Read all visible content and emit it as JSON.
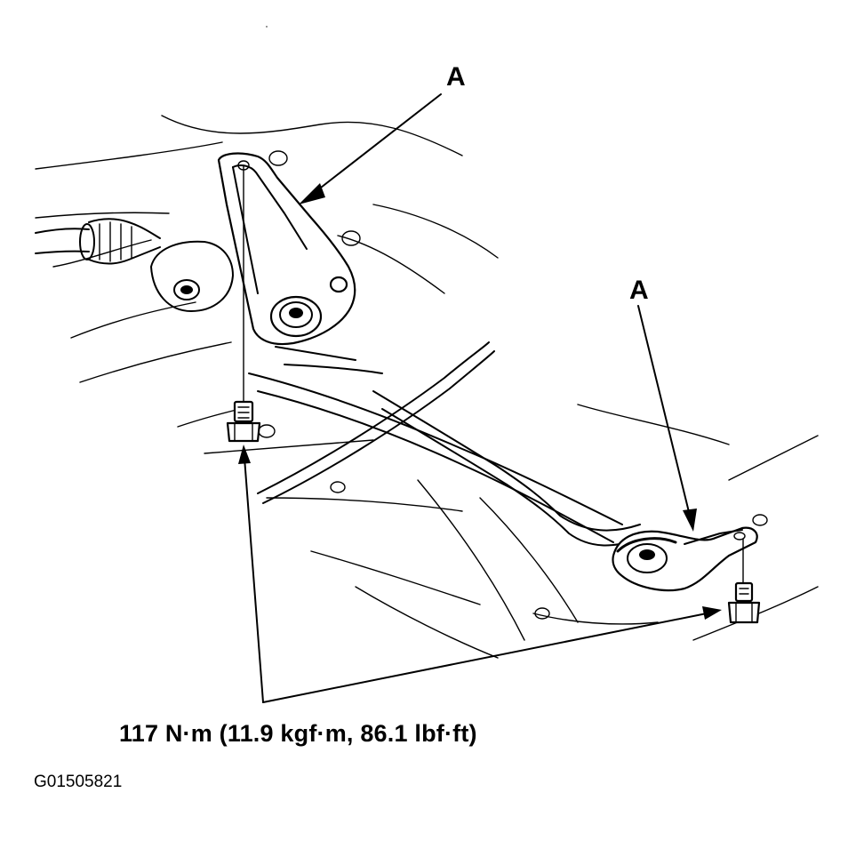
{
  "callouts": {
    "bracket_top": "A",
    "bracket_right": "A"
  },
  "torque_spec": "117 N·m (11.9 kgf·m, 86.1 lbf·ft)",
  "figure_id": "G01505821"
}
